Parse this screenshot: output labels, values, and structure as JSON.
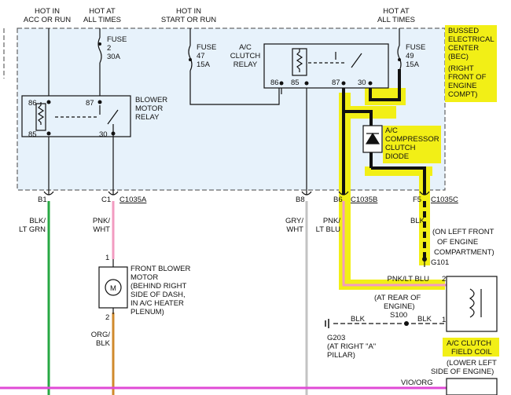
{
  "sources": {
    "acc_run": [
      "HOT IN",
      "ACC OR RUN"
    ],
    "hot_all_1": [
      "HOT AT",
      "ALL TIMES"
    ],
    "start_run": [
      "HOT IN",
      "START OR RUN"
    ],
    "hot_all_2": [
      "HOT AT",
      "ALL TIMES"
    ]
  },
  "fuses": {
    "fuse2": [
      "FUSE",
      "2",
      "30A"
    ],
    "fuse47": [
      "FUSE",
      "47",
      "15A"
    ],
    "fuse49": [
      "FUSE",
      "49",
      "15A"
    ]
  },
  "relays": {
    "blower": {
      "label": [
        "BLOWER",
        "MOTOR",
        "RELAY"
      ],
      "pins": [
        "86",
        "87",
        "85",
        "30"
      ]
    },
    "ac_clutch": {
      "label": [
        "A/C",
        "CLUTCH",
        "RELAY"
      ],
      "pins": [
        "86",
        "85",
        "87",
        "30"
      ]
    }
  },
  "bec_note": [
    "BUSSED",
    "ELECTRICAL",
    "CENTER",
    "(BEC)",
    "(RIGHT",
    "FRONT OF",
    "ENGINE",
    "COMPT)"
  ],
  "diode": [
    "A/C",
    "COMPRESSOR",
    "CLUTCH",
    "DIODE"
  ],
  "connectors": {
    "b1": "B1",
    "c1": "C1",
    "c1035a": "C1035A",
    "b8": "B8",
    "b6": "B6",
    "c1035b": "C1035B",
    "f5": "F5",
    "c1035c": "C1035C"
  },
  "wires": {
    "blk_ltgrn": [
      "BLK/",
      "LT GRN"
    ],
    "pnk_wht": [
      "PNK/",
      "WHT"
    ],
    "gry_wht": [
      "GRY/",
      "WHT"
    ],
    "pnk_ltblu_v": [
      "PNK/",
      "LT BLU"
    ],
    "blk_f5": "BLK",
    "pnk_ltblu_h": "PNK/LT BLU",
    "org_blk": [
      "ORG/",
      "BLK"
    ],
    "blk_s100_left": "BLK",
    "blk_s100_right": "BLK",
    "vio_org": "VIO/ORG"
  },
  "ground_g101": {
    "note": [
      "(ON LEFT FRONT",
      "OF ENGINE",
      "COMPARTMENT)"
    ],
    "name": "G101"
  },
  "blower_motor": {
    "label": [
      "FRONT BLOWER",
      "MOTOR",
      "(BEHIND RIGHT",
      "SIDE OF DASH,",
      "IN A/C HEATER",
      "PLENUM)"
    ],
    "symbol": "M",
    "pin_top": "1",
    "pin_bottom": "2"
  },
  "s100": {
    "note": [
      "(AT REAR OF",
      "ENGINE)"
    ],
    "name": "S100"
  },
  "g203": {
    "name": "G203",
    "note": [
      "(AT RIGHT \"A\"",
      "PILLAR)"
    ]
  },
  "clutch_coil": {
    "label": [
      "A/C CLUTCH",
      "FIELD COIL"
    ],
    "note": [
      "(LOWER LEFT",
      "SIDE OF ENGINE)"
    ],
    "pin2": "2",
    "pin1": "1"
  },
  "colors": {
    "highlight": "#f2ef16",
    "bec_fill": "#e7f2fb",
    "wire_green": "#27a843",
    "wire_pink": "#f29bc0",
    "wire_orange": "#d08a2c",
    "wire_gray": "#c3c3c3",
    "wire_magenta": "#e04ad6"
  }
}
